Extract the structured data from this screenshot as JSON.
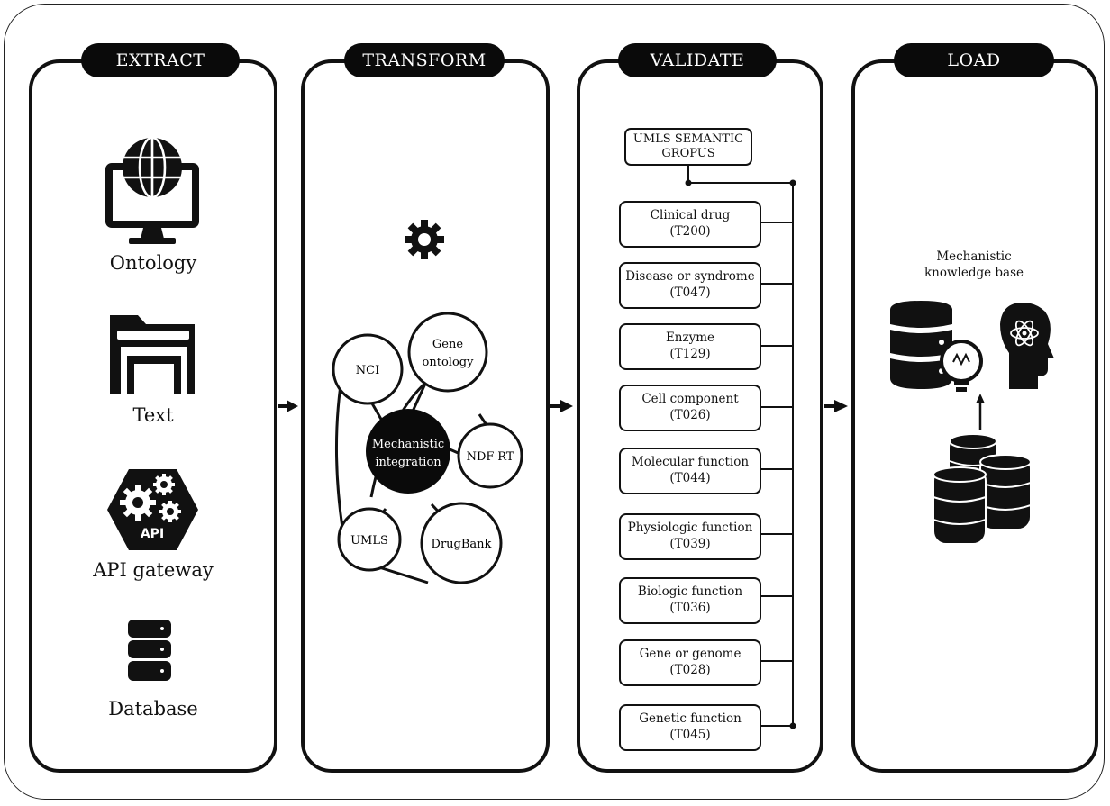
{
  "stages": {
    "extract": "EXTRACT",
    "transform": "TRANSFORM",
    "validate": "VALIDATE",
    "load": "LOAD"
  },
  "extract": {
    "ontology": "Ontology",
    "text": "Text",
    "api_gateway": "API gateway",
    "api_badge": "API",
    "database": "Database"
  },
  "transform": {
    "nodes": {
      "nci": "NCI",
      "gene_line1": "Gene",
      "gene_line2": "ontology",
      "center_line1": "Mechanistic",
      "center_line2": "integration",
      "ndfrt": "NDF-RT",
      "umls": "UMLS",
      "drugbank": "DrugBank"
    }
  },
  "validate": {
    "header_line1": "UMLS SEMANTIC",
    "header_line2": "GROPUS",
    "items": [
      {
        "name": "Clinical drug",
        "code": "(T200)"
      },
      {
        "name": "Disease or syndrome",
        "code": "(T047)"
      },
      {
        "name": "Enzyme",
        "code": "(T129)"
      },
      {
        "name": "Cell component",
        "code": "(T026)"
      },
      {
        "name": "Molecular function",
        "code": "(T044)"
      },
      {
        "name": "Physiologic function",
        "code": "(T039)"
      },
      {
        "name": "Biologic function",
        "code": "(T036)"
      },
      {
        "name": "Gene or genome",
        "code": "(T028)"
      },
      {
        "name": "Genetic function",
        "code": "(T045)"
      }
    ]
  },
  "load": {
    "label_line1": "Mechanistic",
    "label_line2": "knowledge base"
  }
}
